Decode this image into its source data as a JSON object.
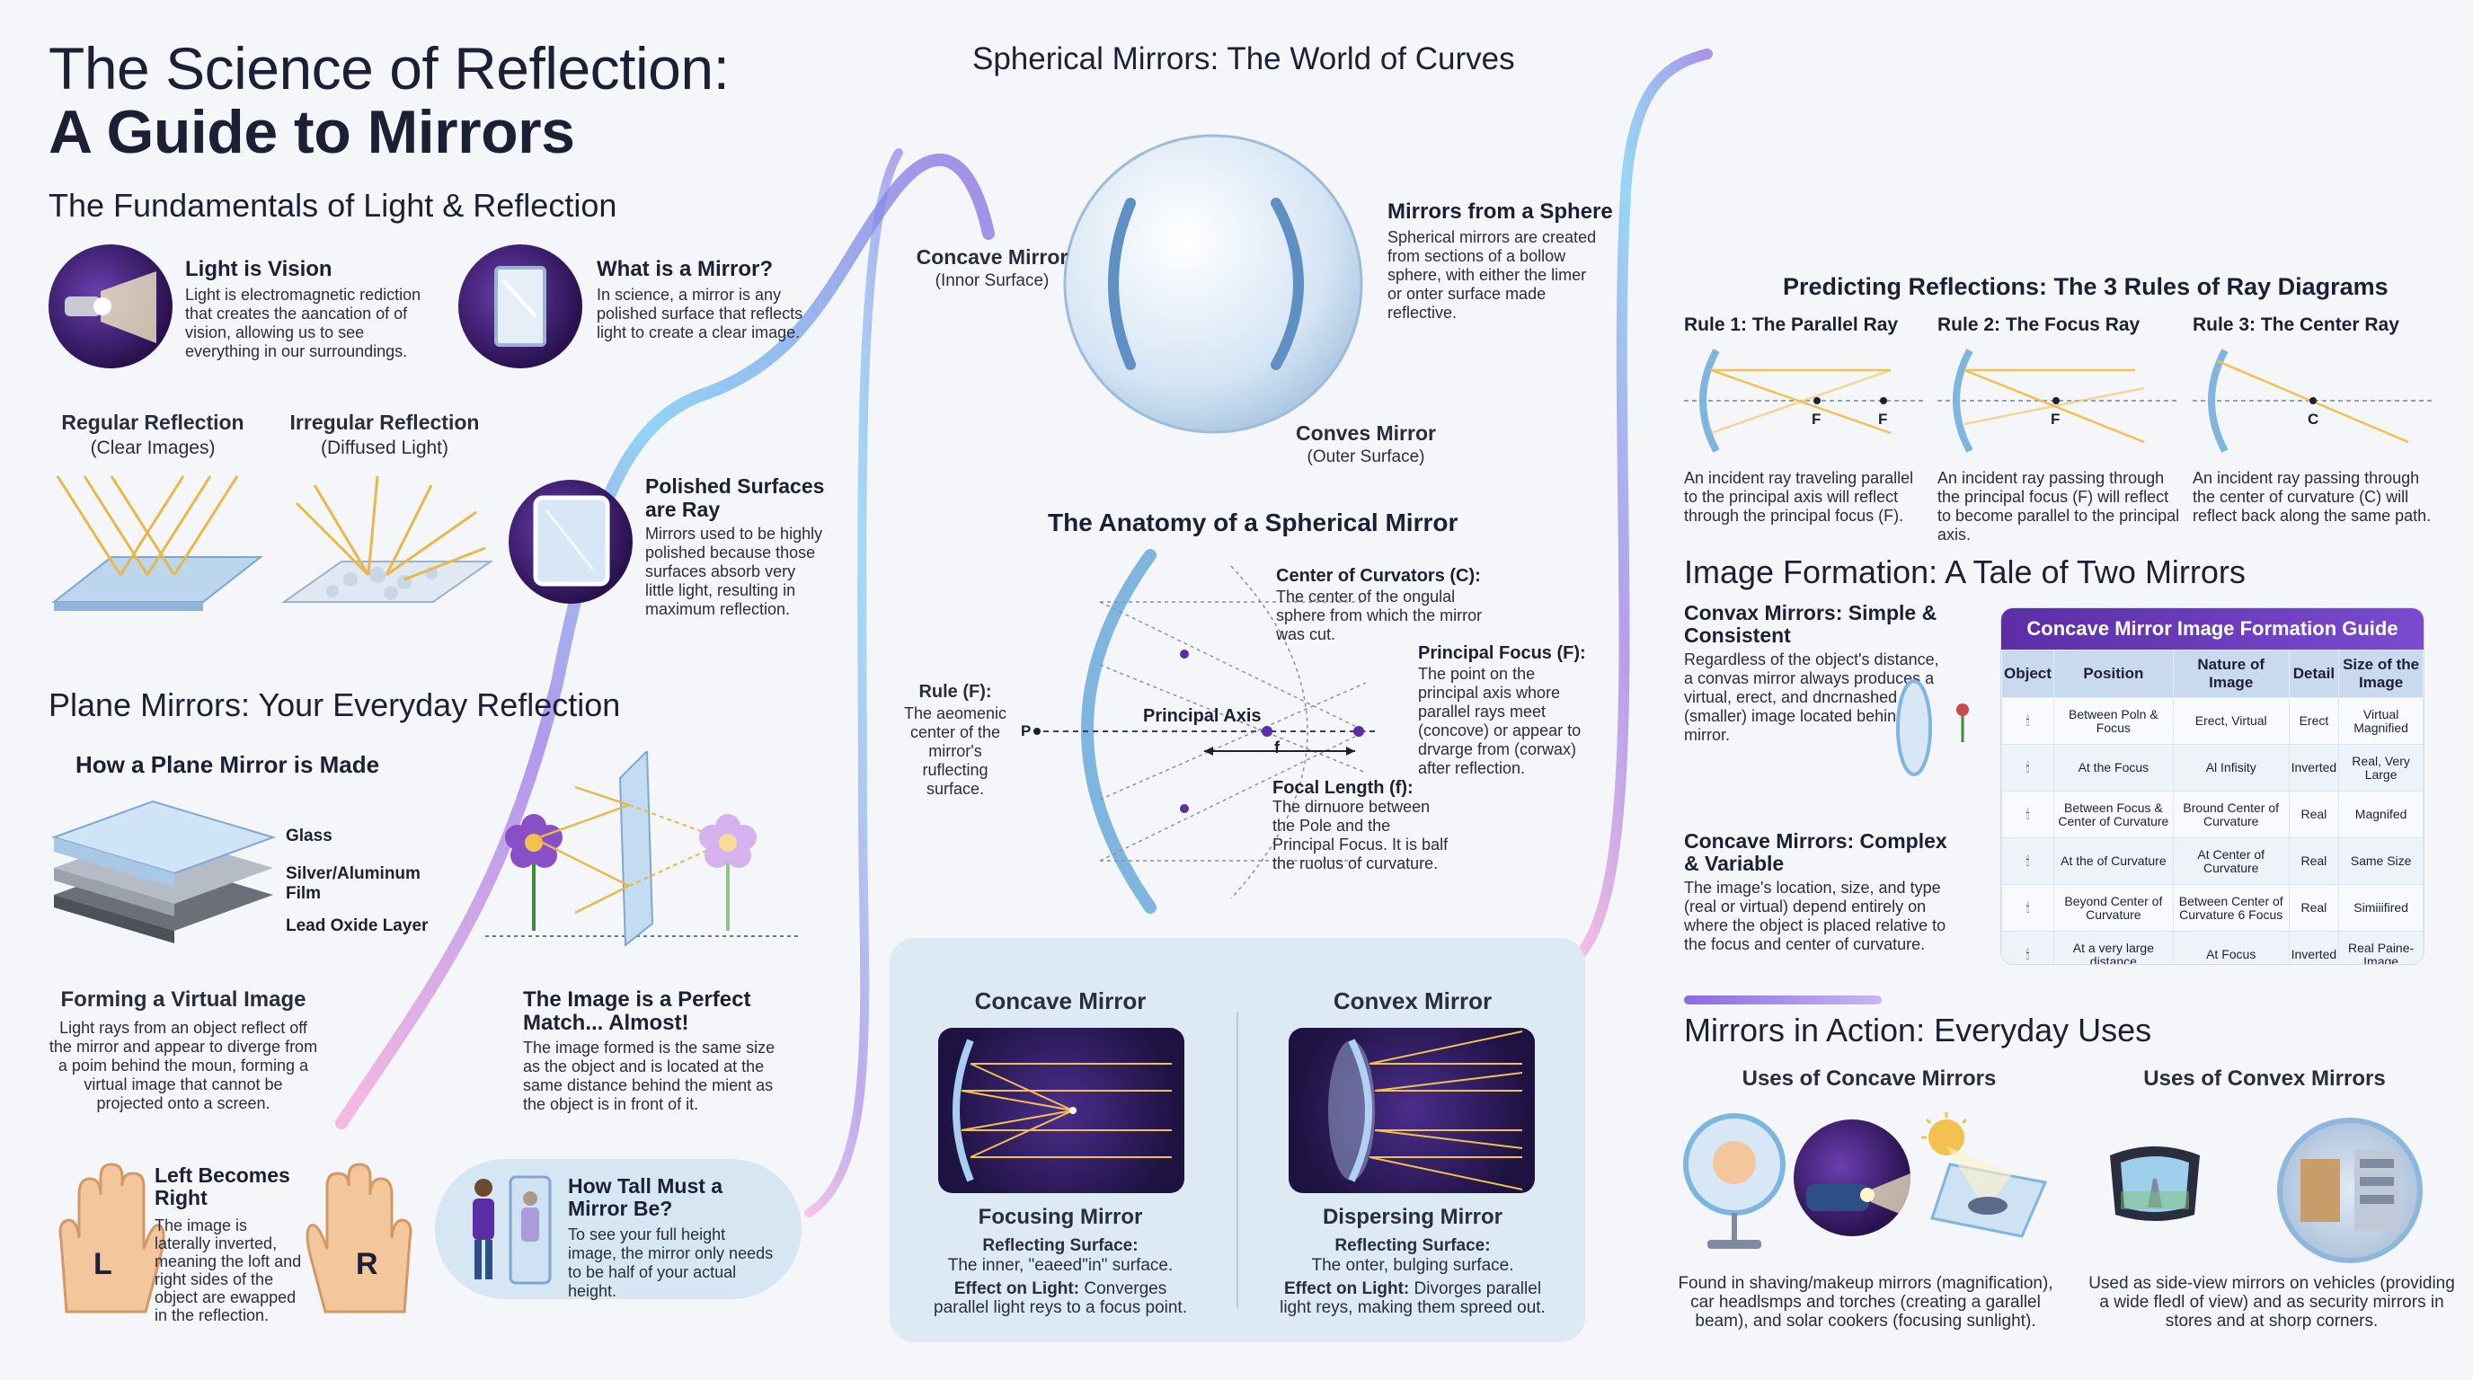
{
  "title": {
    "line1": "The Science of Reflection:",
    "line2": "A Guide to Mirrors"
  },
  "fundamentals": {
    "heading": "The Fundamentals of Light & Reflection",
    "light": {
      "title": "Light is Vision",
      "body": "Light is electromagnetic rediction that creates the aancation of of vision, allowing us to see everything in our surroundings."
    },
    "mirror": {
      "title": "What is a Mirror?",
      "body": "In science, a mirror is any polished surface that reflects light to create a clear image."
    },
    "regular": {
      "title": "Regular Reflection",
      "sub": "(Clear Images)"
    },
    "irregular": {
      "title": "Irregular Reflection",
      "sub": "(Diffused Light)"
    },
    "polished": {
      "title": "Polished Surfaces are Ray",
      "body": "Mirrors used to be highly polished because those surfaces absorb very little light, resulting in maximum reflection."
    }
  },
  "plane": {
    "heading": "Plane Mirrors: Your Everyday Reflection",
    "made_title": "How a Plane Mirror is Made",
    "layers": [
      "Glass",
      "Silver/Aluminum Film",
      "Lead Oxide Layer"
    ],
    "virtual": {
      "title": "Forming a Virtual Image",
      "body": "Light rays from an object reflect off the mirror and appear to diverge from a poim behind the moun, forming a virtual image that cannot be projected onto a screen."
    },
    "perfect": {
      "title": "The Image is a Perfect Match... Almost!",
      "body": "The image formed is the same size as the object and is located at the same distance behind the mient as the object is in front of it."
    },
    "left": {
      "title": "Left Becomes Right",
      "body": "The image is laterally inverted, meaning the loft and right sides of the object are ewapped in the reflection.",
      "l": "L",
      "r": "R"
    },
    "tall": {
      "title": "How Tall Must a Mirror Be?",
      "body": "To see your full height image, the mirror only needs to be half of your actual height."
    }
  },
  "spherical": {
    "heading": "Spherical Mirrors: The World of Curves",
    "concave_label": "Concave Mirror",
    "concave_sub": "(Innor Surface)",
    "sphere_title": "Mirrors from a Sphere",
    "sphere_body": "Spherical mirrors are created from sections of a bollow sphere, with either the limer or onter surface made reflective.",
    "convex_label": "Conves Mirror",
    "convex_sub": "(Outer Surface)"
  },
  "anatomy": {
    "heading": "The Anatomy of a Spherical Mirror",
    "center_title": "Center of Curvators (C):",
    "center_body": "The center of the ongulal sphere from which the mirror was cut.",
    "focus_title": "Principal Focus (F):",
    "focus_body": "The point on the principal axis whore parallel rays meet (concove) or appear to drvarge from (corwax) after reflection.",
    "pole_title": "Rule (F):",
    "pole_body": "The aeomenic center of the mirror's ruflecting surface.",
    "axis_label": "Principal Axis",
    "focal_title": "Focal Length (f):",
    "focal_body": "The dirnuore between the Pole and the Principal Focus. It is balf the ruolus of curvature.",
    "p": "P",
    "f": "f"
  },
  "compare": {
    "concave": {
      "title": "Concave Mirror",
      "role": "Focusing Mirror",
      "surface_label": "Reflecting Surface:",
      "surface": "The inner, \"eaeed\"in\" surface.",
      "effect_label": "Effect on Light:",
      "effect": "Converges parallel light reys to a focus point."
    },
    "convex": {
      "title": "Convex Mirror",
      "role": "Dispersing Mirror",
      "surface_label": "Reflecting Surface:",
      "surface": "The onter, bulging surface.",
      "effect_label": "Effect on Light:",
      "effect": "Divorges parallel light reys, making them spreed out."
    }
  },
  "rules": {
    "heading": "Predicting Reflections: The 3 Rules of Ray Diagrams",
    "items": [
      {
        "title": "Rule 1: The Parallel Ray",
        "body": "An incident ray traveling parallel to the principal axis will reflect through the principal focus (F).",
        "marks": [
          "F",
          "F"
        ]
      },
      {
        "title": "Rule 2: The Focus Ray",
        "body": "An incident ray passing through the principal focus (F) will reflect to become parallel to the principal axis.",
        "marks": [
          "F"
        ]
      },
      {
        "title": "Rule 3: The Center Ray",
        "body": "An incident ray passing through the center of curvature (C) will reflect back along the same path.",
        "marks": [
          "C"
        ]
      }
    ]
  },
  "formation": {
    "heading": "Image Formation: A Tale of Two Mirrors",
    "convex_title": "Convax Mirrors: Simple & Consistent",
    "convex_body": "Regardless of the object's distance, a convas mirror always produces a virtual, erect, and dncrnashed (smaller) image located behind the mirror.",
    "concave_title": "Concave Mirrors: Complex & Variable",
    "concave_body": "The image's location, size, and type (real or virtual) depend entirely on where the object is placed relative to the focus and center of curvature.",
    "table_title": "Concave Mirror Image Formation Guide",
    "columns": [
      "Object",
      "Position",
      "Nature of Image",
      "Detail",
      "Size of the Image"
    ],
    "rows": [
      [
        "Between Poln & Focus",
        "Erect, Virtual",
        "Erect",
        "Virtual Magnified"
      ],
      [
        "At the Focus",
        "Al Infisity",
        "Inverted",
        "Real, Very Large"
      ],
      [
        "Between Focus & Center of Curvature",
        "Bround Center of Curvature",
        "Real",
        "Magnifed"
      ],
      [
        "At the of Curvature",
        "At Center of Curvature",
        "Real",
        "Same Size"
      ],
      [
        "Beyond Center of Curvature",
        "Between Center of Curvature 6 Focus",
        "Real",
        "Simiiifired"
      ],
      [
        "At a very large distance",
        "At Focus",
        "Inverted",
        "Real Paine-Image"
      ]
    ]
  },
  "uses": {
    "heading": "Mirrors in Action: Everyday Uses",
    "concave_title": "Uses of Concave Mirrors",
    "concave_body": "Found in shaving/makeup mirrors (magnification), car headlsmps and torches (creating a garallel beam), and solar cookers (focusing sunlight).",
    "convex_title": "Uses of Convex Mirrors",
    "convex_body": "Used as side-view mirrors on vehicles (providing a wide fledl of view) and as security mirrors in stores and at shorp corners."
  },
  "colors": {
    "accent": "#5b2ea6",
    "ray": "#f2c14e",
    "mirror": "#7fb6e0",
    "panel": "#dde9f3"
  }
}
